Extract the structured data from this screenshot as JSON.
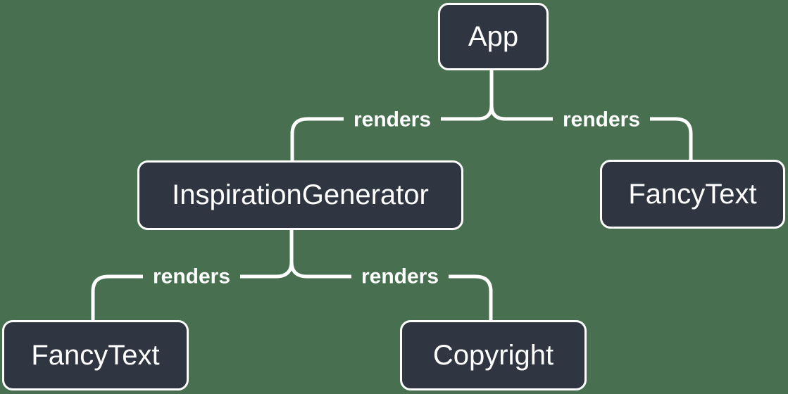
{
  "diagram": {
    "type": "component-render-tree",
    "colors": {
      "background": "#487050",
      "node_fill": "#2F3642",
      "node_border": "#FFFFFF",
      "node_text": "#FFFFFF",
      "connector": "#FFFFFF",
      "edge_label_text": "#FFFFFF"
    },
    "nodes": {
      "app": {
        "label": "App"
      },
      "inspiration_generator": {
        "label": "InspirationGenerator"
      },
      "fancy_text_right": {
        "label": "FancyText"
      },
      "fancy_text_left": {
        "label": "FancyText"
      },
      "copyright": {
        "label": "Copyright"
      }
    },
    "edges": {
      "app_to_inspiration_generator": {
        "from": "App",
        "to": "InspirationGenerator",
        "label": "renders"
      },
      "app_to_fancy_text": {
        "from": "App",
        "to": "FancyText",
        "label": "renders"
      },
      "inspiration_generator_to_fancy_text": {
        "from": "InspirationGenerator",
        "to": "FancyText",
        "label": "renders"
      },
      "inspiration_generator_to_copyright": {
        "from": "InspirationGenerator",
        "to": "Copyright",
        "label": "renders"
      }
    }
  }
}
